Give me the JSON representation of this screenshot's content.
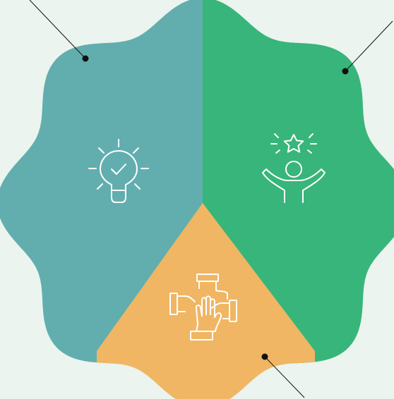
{
  "diagram": {
    "background": "#EBF4EE",
    "segments": [
      {
        "id": "left",
        "color": "#62AEAF",
        "icon": "lightbulb-check-icon"
      },
      {
        "id": "right",
        "color": "#38B57A",
        "icon": "person-star-achievement-icon"
      },
      {
        "id": "bottom",
        "color": "#F0B663",
        "icon": "hands-teamwork-icon"
      }
    ],
    "icon_stroke_color": "#FFFFFF",
    "connector_color": "#111111",
    "connectors": [
      {
        "target": "left-segment",
        "direction": "up-left"
      },
      {
        "target": "right-segment",
        "direction": "up-right"
      },
      {
        "target": "bottom-segment",
        "direction": "down-right"
      }
    ]
  }
}
